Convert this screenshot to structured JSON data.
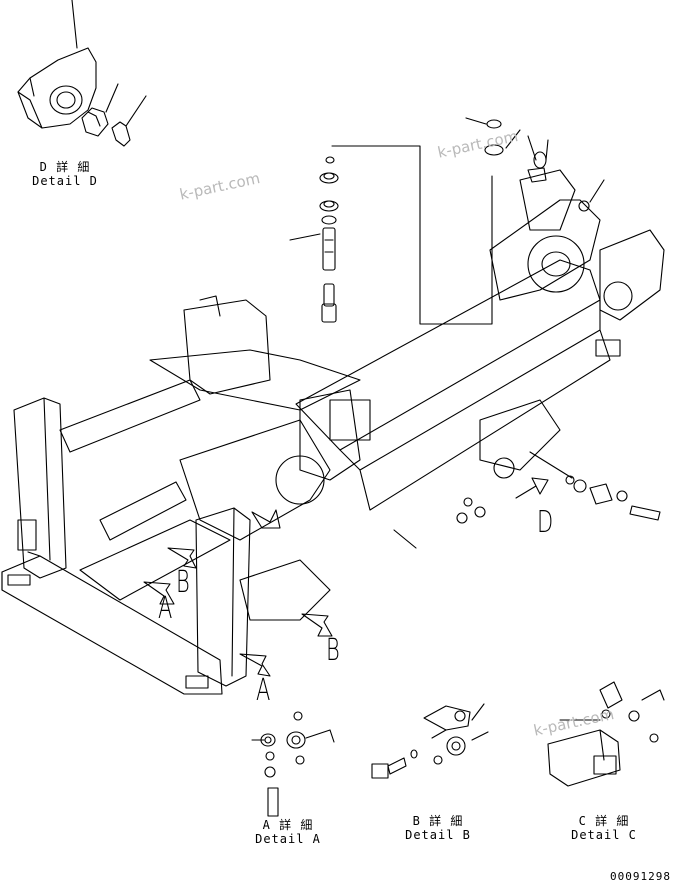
{
  "watermark": "k-part.com",
  "callouts": {
    "a": "A",
    "b": "B",
    "d": "D"
  },
  "details": {
    "d": {
      "jp": "D 詳 細",
      "en": "Detail D"
    },
    "a": {
      "jp": "A 詳 細",
      "en": "Detail A"
    },
    "b": {
      "jp": "B 詳 細",
      "en": "Detail B"
    },
    "c": {
      "jp": "C 詳 細",
      "en": "Detail C"
    }
  },
  "reference_number": "00091298",
  "colors": {
    "line": "#000000",
    "watermark": "#b9b9b9",
    "background": "#ffffff"
  }
}
